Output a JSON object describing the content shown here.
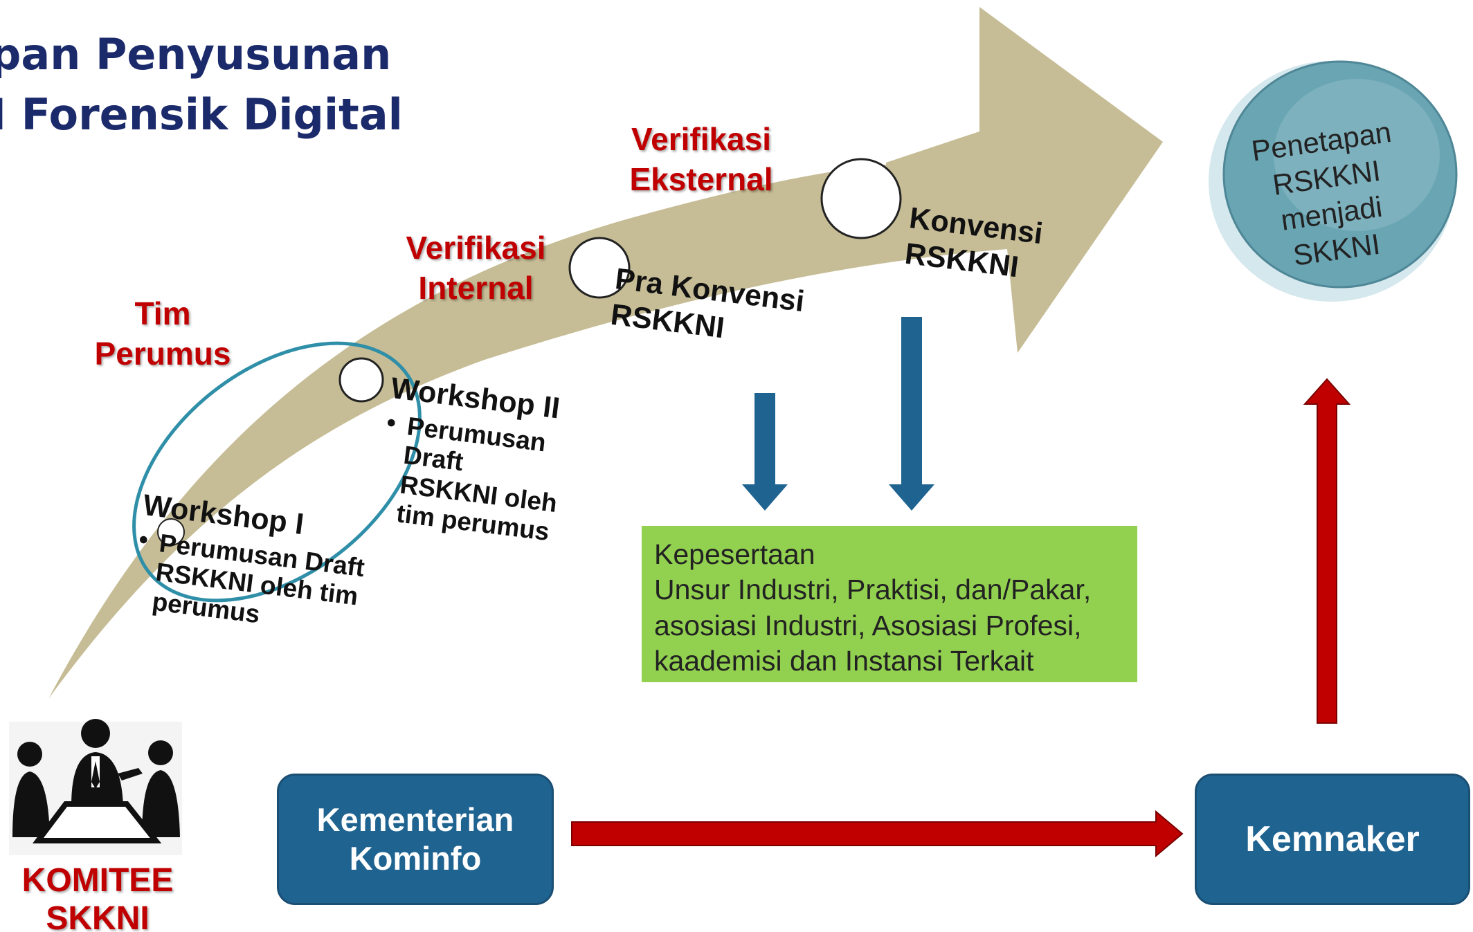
{
  "title": {
    "line1": "pan Penyusunan",
    "line2": "I Forensik Digital"
  },
  "phases": {
    "tim_perumus": [
      "Tim",
      "Perumus"
    ],
    "verifikasi_internal": [
      "Verifikasi",
      "Internal"
    ],
    "verifikasi_eksternal": [
      "Verifikasi",
      "Eksternal"
    ]
  },
  "steps": {
    "workshop1": {
      "title": "Workshop I",
      "bullet": "Perumusan Draft\nRSKKNI oleh tim\nperumus"
    },
    "workshop2": {
      "title": "Workshop II",
      "bullet": "Perumusan\nDraft\nRSKKNI oleh\ntim perumus"
    },
    "pra_konvensi": [
      "Pra Konvensi",
      "RSKKNI"
    ],
    "konvensi": [
      "Konvensi",
      "RSKKNI"
    ]
  },
  "participants": {
    "lines": [
      "Kepesertaan",
      "Unsur Industri, Praktisi, dan/Pakar,",
      "asosiasi Industri, Asosiasi Profesi,",
      "kaademisi dan Instansi Terkait"
    ]
  },
  "penetapan": [
    "Penetapan",
    "RSKKNI",
    "menjadi",
    "SKKNI"
  ],
  "kominfo": [
    "Kementerian",
    "Kominfo"
  ],
  "kemnaker": "Kemnaker",
  "komitee": [
    "KOMITEE",
    "SKKNI"
  ],
  "colors": {
    "title": "#1b2a6b",
    "phase_label": "#c00000",
    "big_arrow": "#c6bd96",
    "blue_box": "#1f6391",
    "red_arrow": "#c00000",
    "green_box": "#92d050",
    "ellipse": "#2f8fa8"
  },
  "icons": {
    "committee": "meeting-people-icon",
    "milestone": "circle-marker"
  }
}
